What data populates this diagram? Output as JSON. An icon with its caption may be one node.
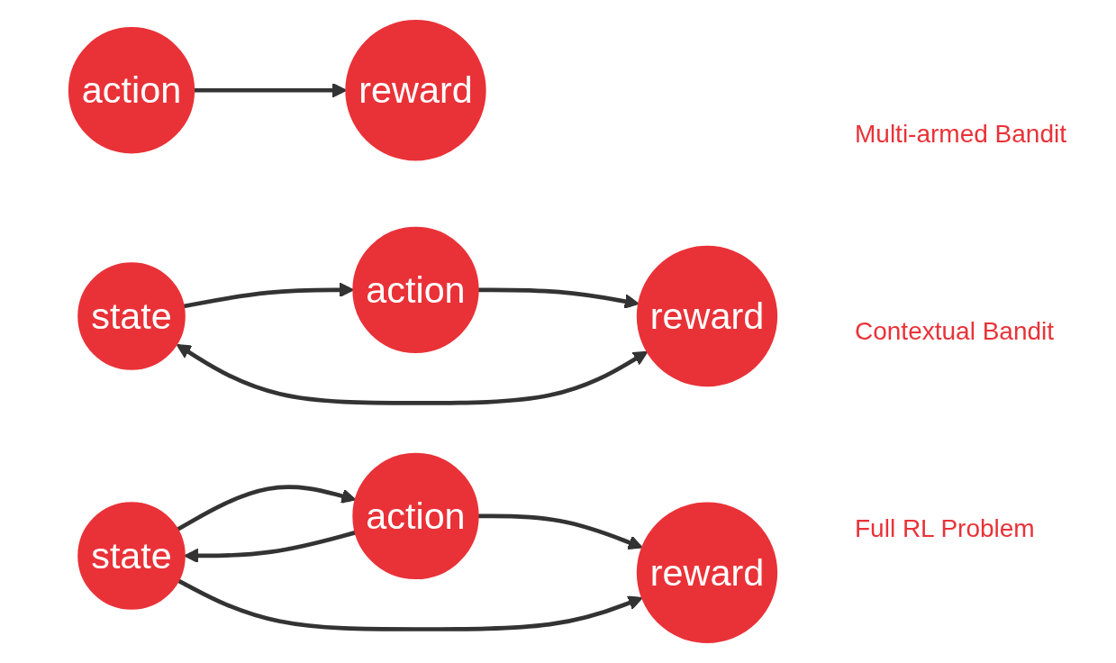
{
  "diagram": {
    "nodes": [
      {
        "text": [
          "action"
        ]
      },
      {
        "text": [
          "reward"
        ]
      },
      {
        "text": [
          "state"
        ]
      },
      {
        "text": [
          "action"
        ]
      },
      {
        "text": [
          "reward"
        ]
      },
      {
        "text": [
          "state"
        ]
      },
      {
        "text": [
          "action"
        ]
      },
      {
        "text": [
          "reward"
        ]
      }
    ],
    "edges": [
      {
        "from": 0,
        "to": 1,
        "arrow": "to"
      },
      {
        "from": 2,
        "to": 3,
        "arrow": "to"
      },
      {
        "from": 3,
        "to": 4,
        "arrow": "to"
      },
      {
        "from": 2,
        "to": 4,
        "arrow": "both"
      },
      {
        "from": 5,
        "to": 6,
        "arrow": "to"
      },
      {
        "from": 6,
        "to": 7,
        "arrow": "to"
      },
      {
        "from": 6,
        "to": 5,
        "arrow": "to"
      },
      {
        "from": 5,
        "to": 7,
        "arrow": "to"
      }
    ],
    "labels": [
      "Multi-armed Bandit",
      "Contextual Bandit",
      "Full RL Problem"
    ]
  }
}
